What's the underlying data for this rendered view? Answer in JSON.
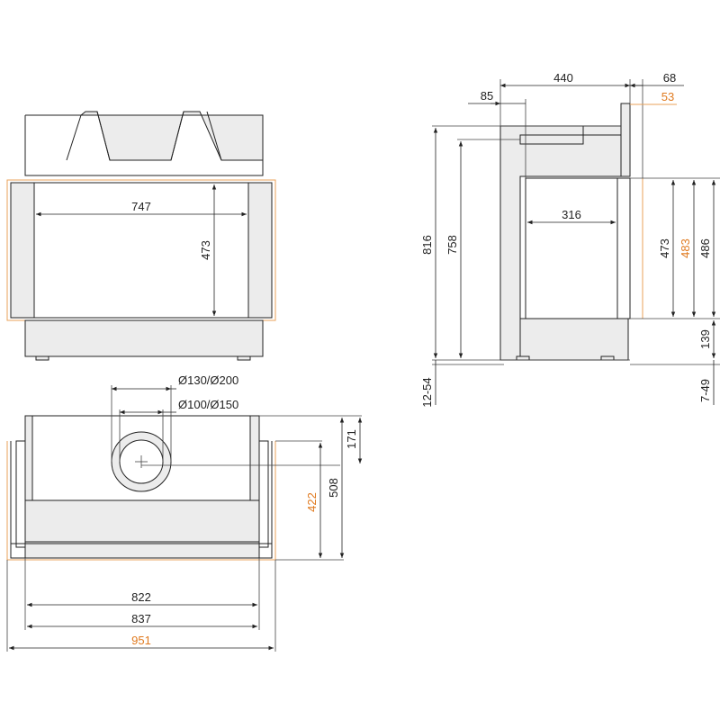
{
  "front_view": {
    "dim_width": "747",
    "dim_height": "473"
  },
  "side_view": {
    "dim_top_depth": "440",
    "dim_top_offset": "68",
    "dim_left_offset": "85",
    "dim_cladding_offset": "53",
    "dim_firebox_depth": "316",
    "dim_total_height": "816",
    "dim_inner_height": "758",
    "dim_glass_height": "473",
    "dim_cladding_height": "483",
    "dim_frame_height": "486",
    "dim_base_height": "139",
    "dim_feet_left": "12-54",
    "dim_feet_right": "7-49"
  },
  "top_view": {
    "dim_flue_outer": "Ø130/Ø200",
    "dim_flue_inner": "Ø100/Ø150",
    "dim_flue_offset": "171",
    "dim_depth_cladding": "422",
    "dim_depth_total": "508",
    "dim_width_inner": "822",
    "dim_width_body": "837",
    "dim_width_cladding": "951"
  },
  "colors": {
    "line": "#222222",
    "cladding": "#e8a25a",
    "highlight_text": "#e07a1f"
  }
}
